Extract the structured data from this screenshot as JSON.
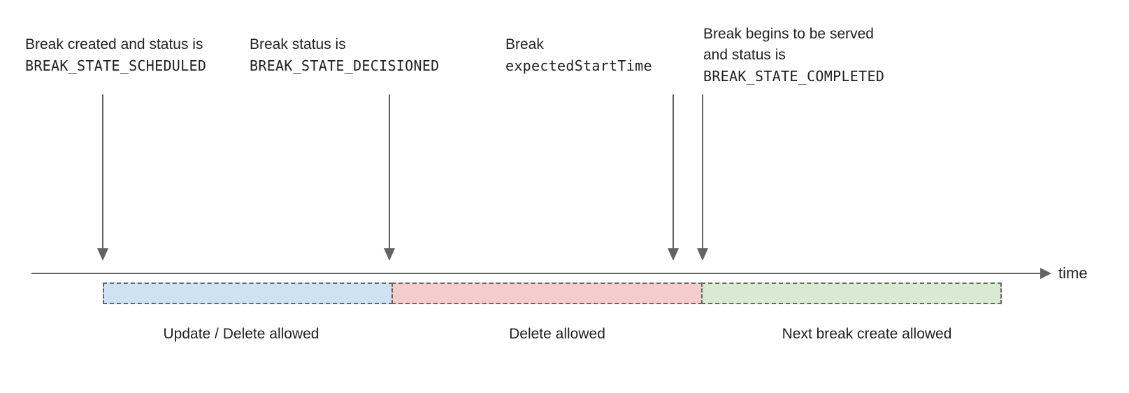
{
  "colors": {
    "background": "#ffffff",
    "axis_and_arrows": "#636363",
    "dashed_border": "#666666",
    "text": "#202124",
    "segment_blue": "#cfe2f3",
    "segment_red": "#f4cccc",
    "segment_green": "#d9ead3"
  },
  "annotations": [
    {
      "line1": "Break created and status is",
      "code": "BREAK_STATE_SCHEDULED"
    },
    {
      "line1": "Break status is",
      "code": "BREAK_STATE_DECISIONED"
    },
    {
      "line1": "Break",
      "code": "expectedStartTime"
    },
    {
      "line1": "Break begins to be served",
      "line2": "and status is",
      "code": "BREAK_STATE_COMPLETED"
    }
  ],
  "timeline": {
    "axis_label": "time"
  },
  "segments": [
    {
      "label": "Update / Delete allowed",
      "color": "#cfe2f3"
    },
    {
      "label": "Delete allowed",
      "color": "#f4cccc"
    },
    {
      "label": "Next break create allowed",
      "color": "#d9ead3"
    }
  ]
}
